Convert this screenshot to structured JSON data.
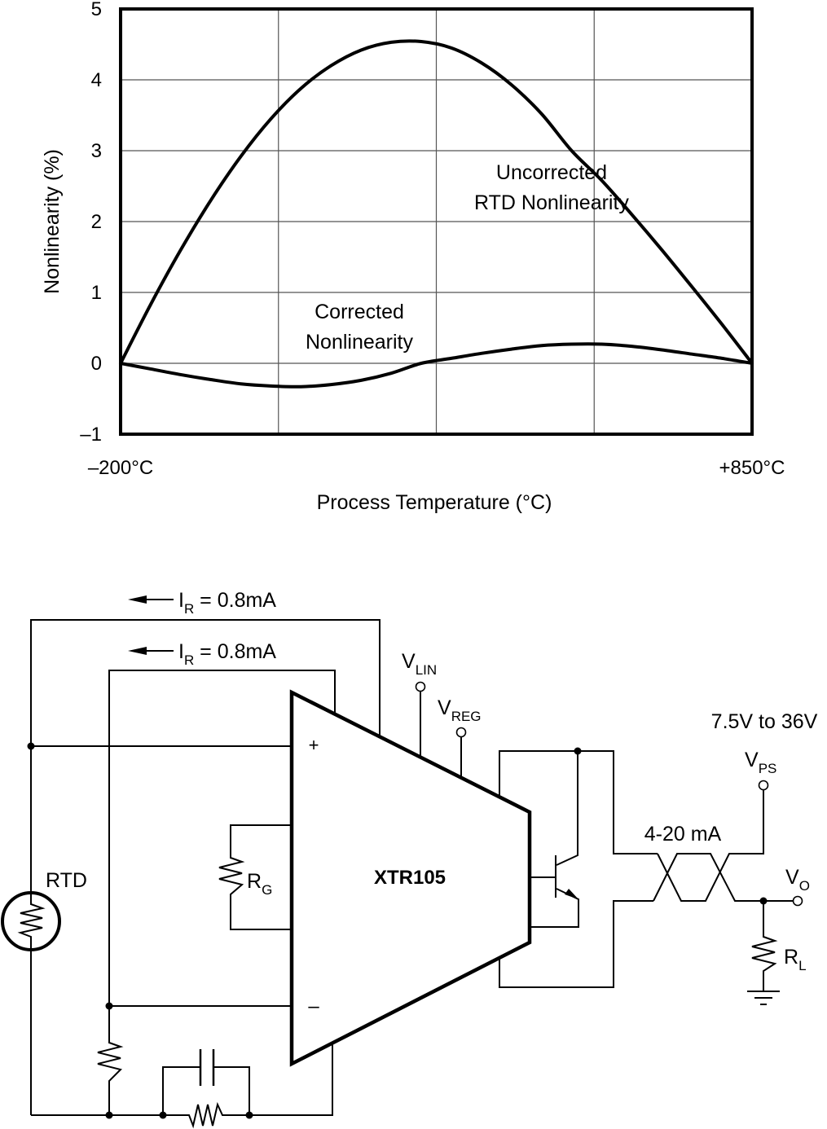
{
  "chart_data": {
    "type": "line",
    "title": "",
    "xlabel": "Process Temperature (°C)",
    "ylabel": "Nonlinearity (%)",
    "xlim": [
      -200,
      850
    ],
    "ylim": [
      -1,
      5
    ],
    "x_tick_labels": [
      "–200°C",
      "+850°C"
    ],
    "y_ticks": [
      5,
      4,
      3,
      2,
      1,
      0,
      -1
    ],
    "y_tick_labels": [
      "5",
      "4",
      "3",
      "2",
      "1",
      "0",
      "–1"
    ],
    "grid": true,
    "x": [
      -200,
      -150,
      -100,
      -50,
      0,
      50,
      100,
      150,
      200,
      250,
      300,
      350,
      400,
      450,
      500,
      550,
      600,
      650,
      700,
      750,
      800,
      850
    ],
    "series": [
      {
        "name": "Uncorrected RTD Nonlinearity",
        "values": [
          0,
          0.83,
          1.6,
          2.3,
          2.92,
          3.45,
          3.88,
          4.2,
          4.42,
          4.53,
          4.54,
          4.45,
          4.24,
          3.93,
          3.52,
          3.0,
          2.58,
          2.1,
          1.6,
          1.08,
          0.55,
          0
        ]
      },
      {
        "name": "Corrected Nonlinearity",
        "values": [
          0,
          -0.08,
          -0.16,
          -0.23,
          -0.29,
          -0.32,
          -0.33,
          -0.3,
          -0.24,
          -0.14,
          0.0,
          0.07,
          0.14,
          0.2,
          0.25,
          0.27,
          0.27,
          0.24,
          0.19,
          0.13,
          0.07,
          0
        ]
      }
    ],
    "annotations": [
      {
        "text_lines": [
          "Uncorrected",
          "RTD Nonlinearity"
        ],
        "series": "Uncorrected RTD Nonlinearity"
      },
      {
        "text_lines": [
          "Corrected",
          "Nonlinearity"
        ],
        "series": "Corrected Nonlinearity"
      }
    ]
  },
  "schematic": {
    "ir_label_main": "I",
    "ir_label_sub": "R",
    "ir_label_value": " = 0.8mA",
    "ic_name": "XTR105",
    "plus_sign": "+",
    "minus_sign": "–",
    "rtd_label": "RTD",
    "rg_main": "R",
    "rg_sub": "G",
    "vlin_main": "V",
    "vlin_sub": "LIN",
    "vreg_main": "V",
    "vreg_sub": "REG",
    "supply_range": "7.5V to 36V",
    "vps_main": "V",
    "vps_sub": "PS",
    "loop_current": "4-20 mA",
    "vo_main": "V",
    "vo_sub": "O",
    "rl_main": "R",
    "rl_sub": "L"
  }
}
